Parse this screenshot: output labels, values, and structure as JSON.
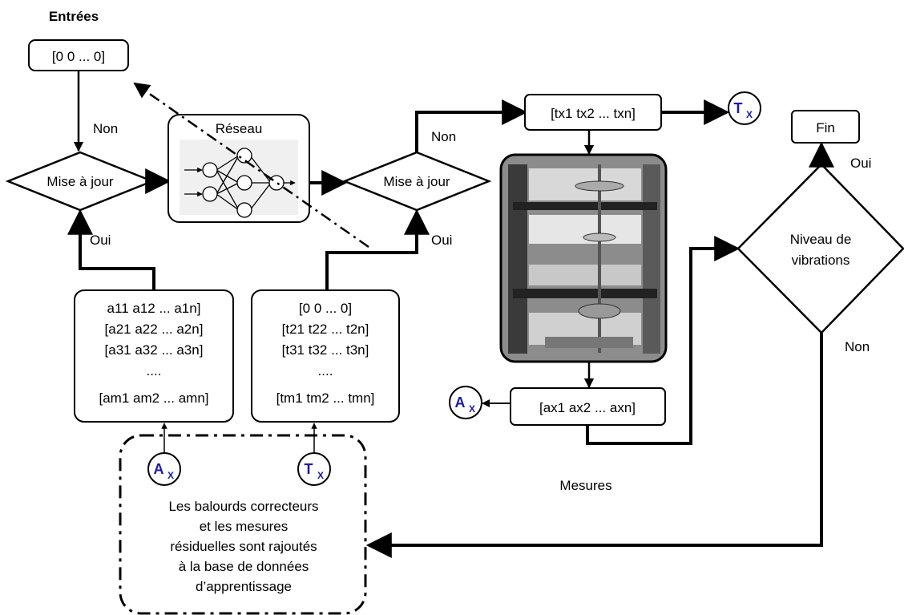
{
  "labels": {
    "entrees": "Entrées",
    "init_vector": "[0 0 ... 0]",
    "non_left": "Non",
    "oui_left": "Oui",
    "update_left": "Mise à jour",
    "reseau": "Réseau",
    "update_right": "Mise à jour",
    "non_right": "Non",
    "oui_right": "Oui",
    "t_vector": "[tx1 tx2 ... txn]",
    "a_vector": "[ax1 ax2 ... axn]",
    "fin": "Fin",
    "oui_fin": "Oui",
    "niveau_line1": "Niveau de",
    "niveau_line2": "vibrations",
    "non_niveau": "Non",
    "mesures": "Mesures"
  },
  "matrix_a": [
    "a11 a12 ... a1n]",
    "[a21 a22 ... a2n]",
    "[a31 a32 ... a3n]",
    "....",
    "[am1 am2 ... amn]"
  ],
  "matrix_t": [
    "[0 0 ... 0]",
    "[t21 t22 ... t2n]",
    "[t31 t32 ... t3n]",
    "....",
    "[tm1 tm2 ... tmn]"
  ],
  "database_note": [
    "Les balourds correcteurs",
    "et les mesures",
    "résiduelles sont rajoutés",
    "à la base de données",
    "d’apprentissage"
  ],
  "circles": {
    "a_letter": "A",
    "a_sub": "X",
    "t_letter": "T",
    "t_sub": "X"
  },
  "colors": {
    "line": "#000000",
    "circle_text": "#1a1aa8"
  }
}
